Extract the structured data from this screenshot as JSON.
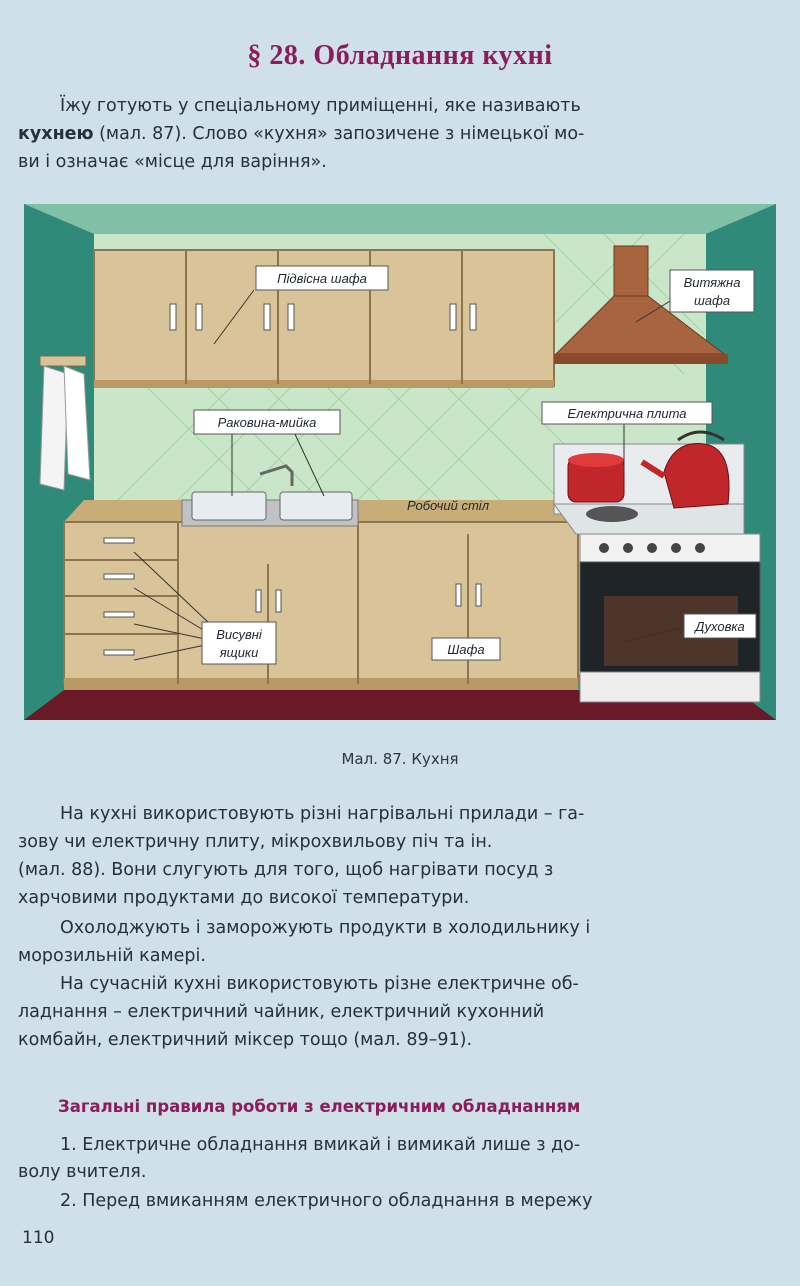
{
  "heading": "§ 28. Обладнання кухні",
  "intro": {
    "line1": "Їжу готують у спеціальному приміщенні, яке називають",
    "line2_bold": "кухнею",
    "line2_rest": " (мал. 87). Слово «кухня» запозичене з німецької мо-",
    "line3": "ви і означає «місце для варіння»."
  },
  "figure": {
    "labels": {
      "wall_cabinet": "Підвісна шафа",
      "hood_1": "Витяжна",
      "hood_2": "шафа",
      "sink": "Раковина-мийка",
      "stove": "Електрична плита",
      "worktop": "Робочий стіл",
      "drawers_1": "Висувні",
      "drawers_2": "ящики",
      "cabinet": "Шафа",
      "oven": "Духовка"
    },
    "colors": {
      "wall": "#3f9a8a",
      "cabinet": "#d9c49a",
      "worktop": "#c9ad79",
      "hood": "#a8643e",
      "floor": "#6a1a26"
    }
  },
  "caption": "Мал. 87. Кухня",
  "body": {
    "p1": [
      "На кухні використовують різні нагрівальні прилади – га-",
      "зову чи електричну плиту, мікрохвильову піч та ін.",
      "(мал. 88). Вони слугують для того, щоб нагрівати посуд з",
      "харчовими продуктами до високої температури."
    ],
    "p2": [
      "Охолоджують і заморожують  продукти в холодильнику і",
      "морозильній камері."
    ],
    "p3": [
      "На сучасній кухні використовують різне електричне об-",
      "ладнання – електричний чайник, електричний кухонний",
      "комбайн, електричний міксер тощо (мал. 89–91)."
    ]
  },
  "rules": {
    "title": "Загальні правила роботи з електричним обладнанням",
    "r1_line1": "1. Електричне обладнання вмикай і вимикай лише з до-",
    "r1_line2": "волу вчителя.",
    "r2_line1": "2. Перед вмиканням електричного обладнання  в мережу"
  },
  "page_number": "110"
}
